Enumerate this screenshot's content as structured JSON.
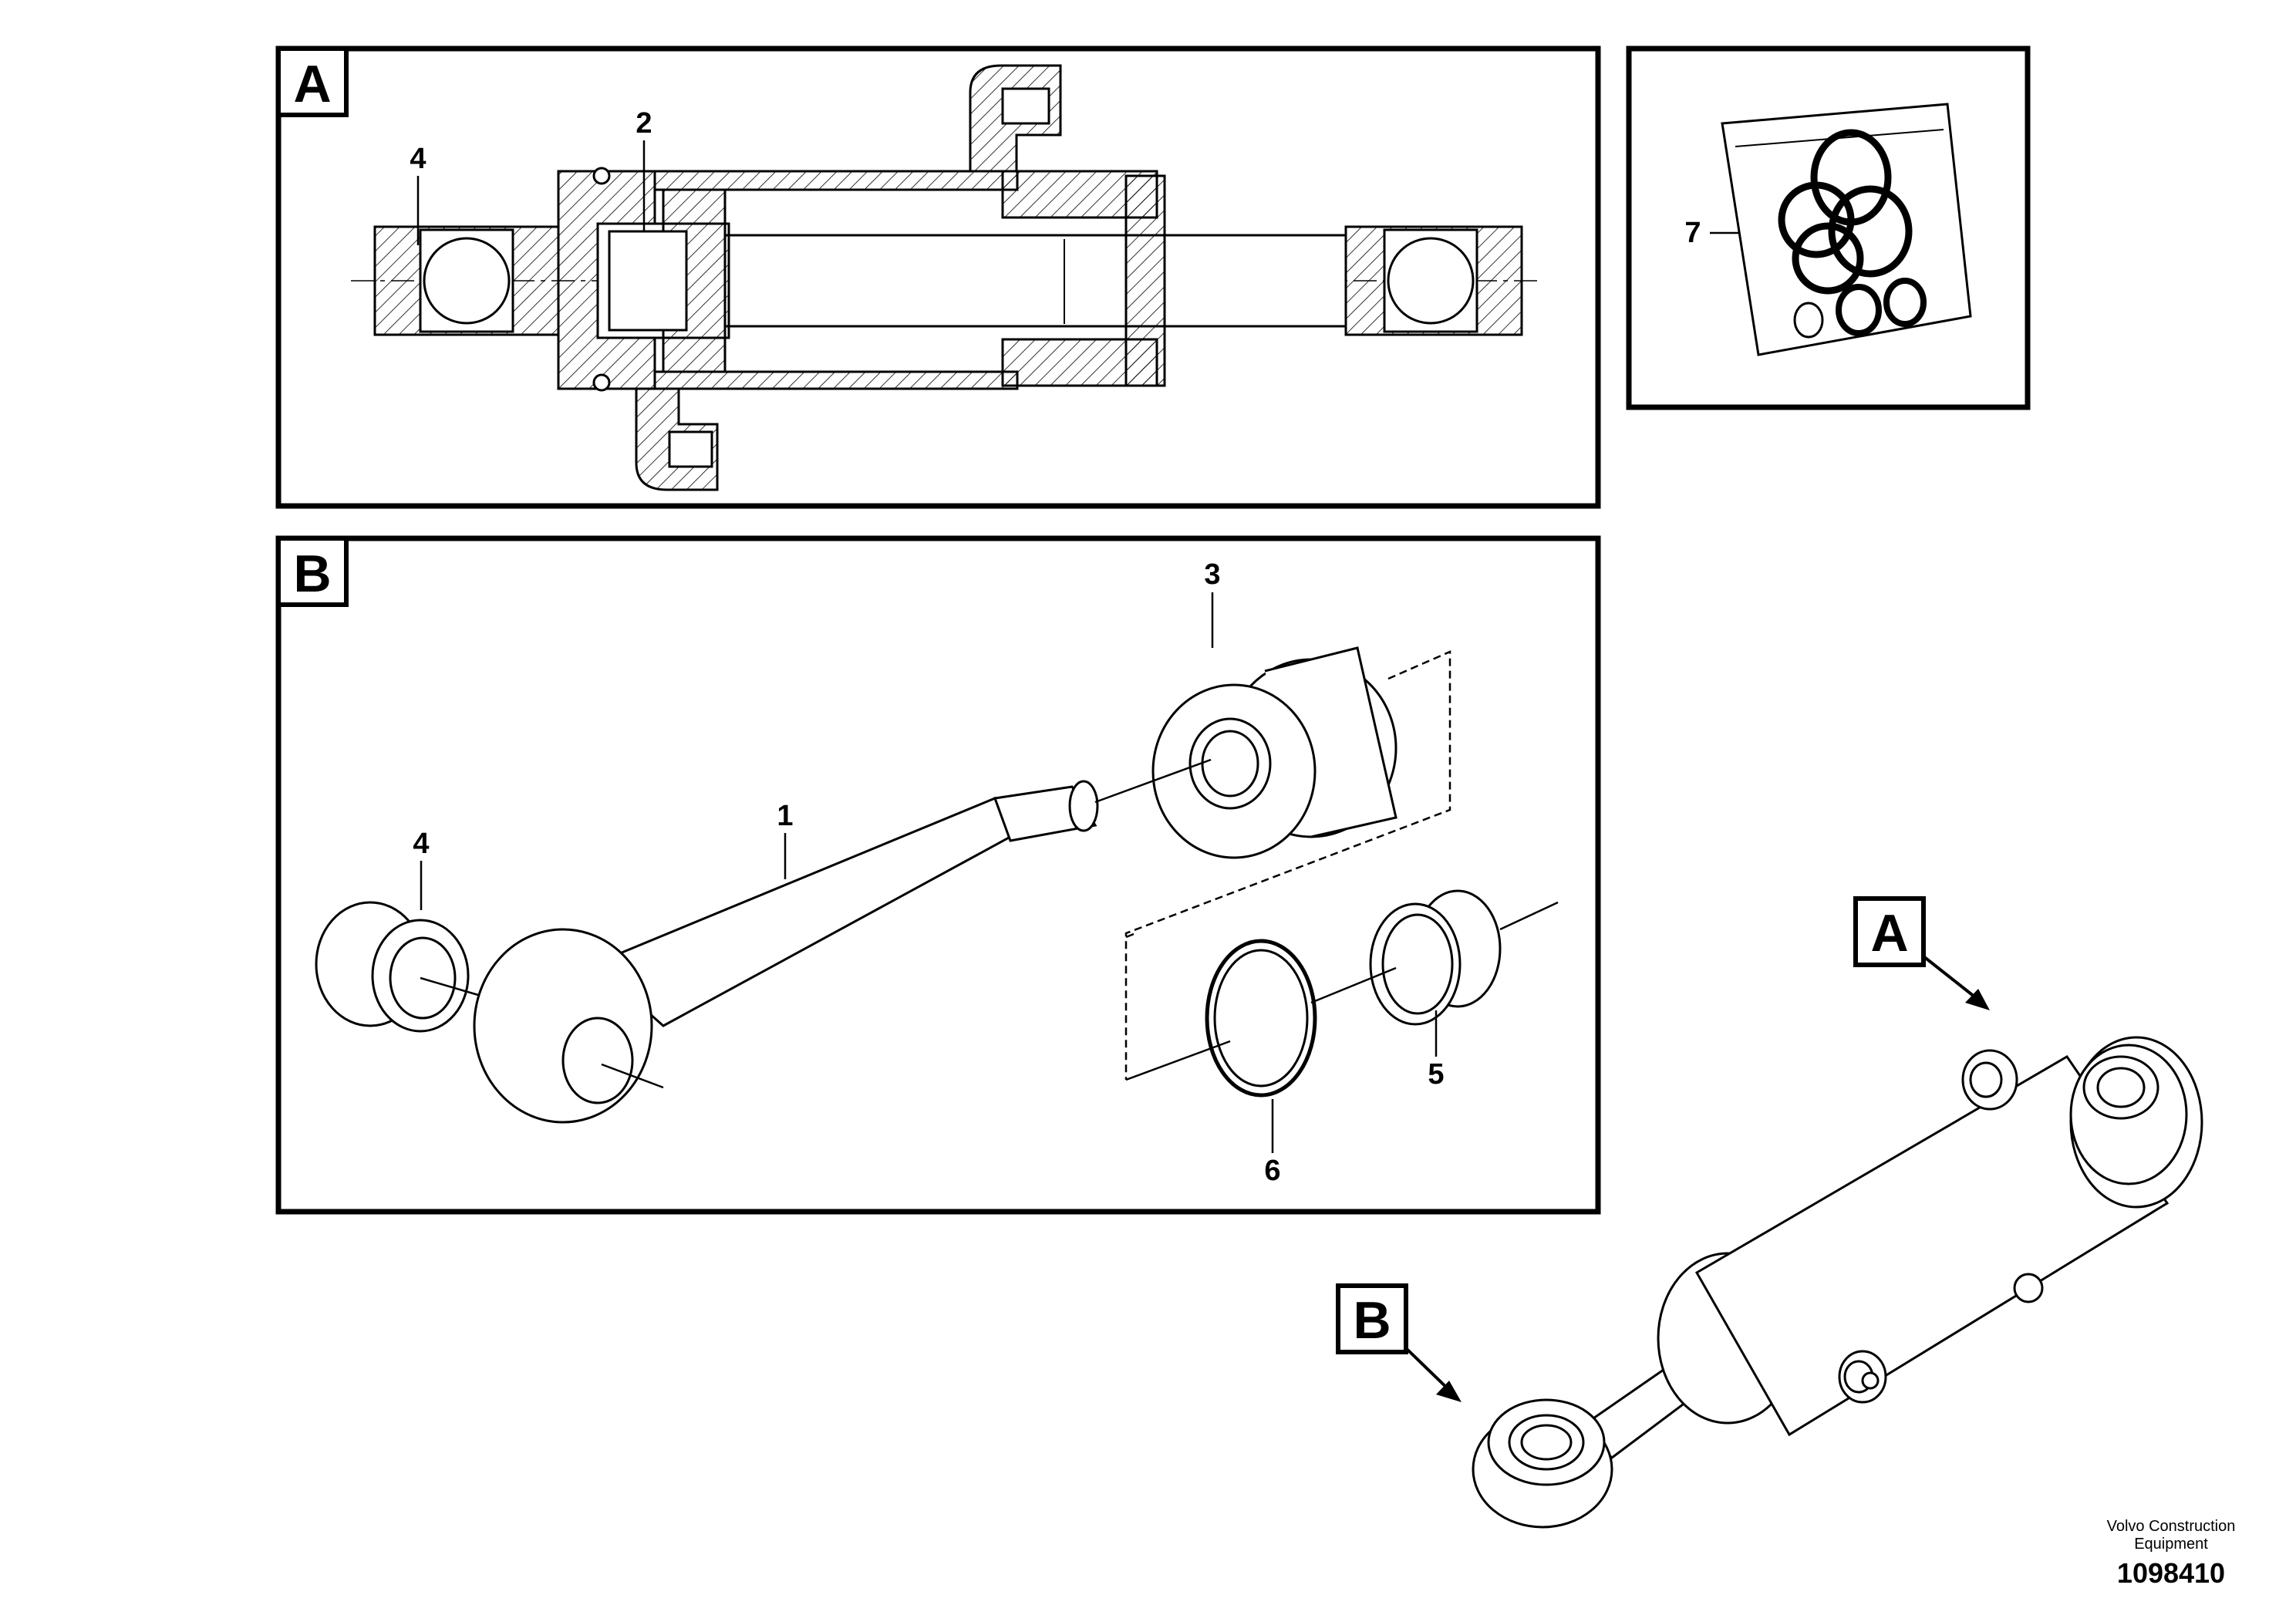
{
  "panels": {
    "a": {
      "letter": "A",
      "callouts": [
        "4",
        "2"
      ]
    },
    "kit": {
      "callouts": [
        "7"
      ]
    },
    "b": {
      "letter": "B",
      "callouts": [
        "3",
        "1",
        "4",
        "5",
        "6"
      ]
    }
  },
  "assembly": {
    "callout_a": "A",
    "callout_b": "B"
  },
  "footer": {
    "credit_line1": "Volvo Construction",
    "credit_line2": "Equipment",
    "reference_number": "1098410"
  }
}
